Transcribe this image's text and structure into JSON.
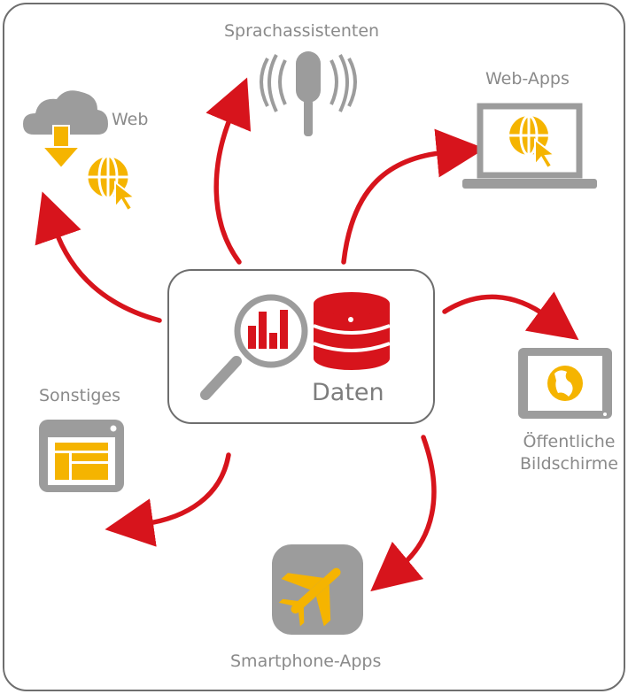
{
  "diagram": {
    "center": {
      "label": "Daten",
      "icons": [
        "magnifier-chart-icon",
        "database-icon"
      ]
    },
    "nodes": [
      {
        "id": "sprachassistenten",
        "label": "Sprachassistenten",
        "icon": "microphone-icon"
      },
      {
        "id": "web-apps",
        "label": "Web-Apps",
        "icon": "laptop-globe-icon"
      },
      {
        "id": "web",
        "label": "Web",
        "icon": "cloud-download-globe-icon"
      },
      {
        "id": "oeffentliche-bildschirme",
        "label_line1": "Öffentliche",
        "label_line2": "Bildschirme",
        "icon": "display-globe-icon"
      },
      {
        "id": "sonstiges",
        "label": "Sonstiges",
        "icon": "browser-layout-icon"
      },
      {
        "id": "smartphone-apps",
        "label": "Smartphone-Apps",
        "icon": "airplane-app-icon"
      }
    ],
    "colors": {
      "arrow": "#d7141c",
      "accent": "#f5b400",
      "icon_gray": "#9c9c9c",
      "border": "#6e6e6e",
      "text": "#8a8a8a"
    }
  }
}
